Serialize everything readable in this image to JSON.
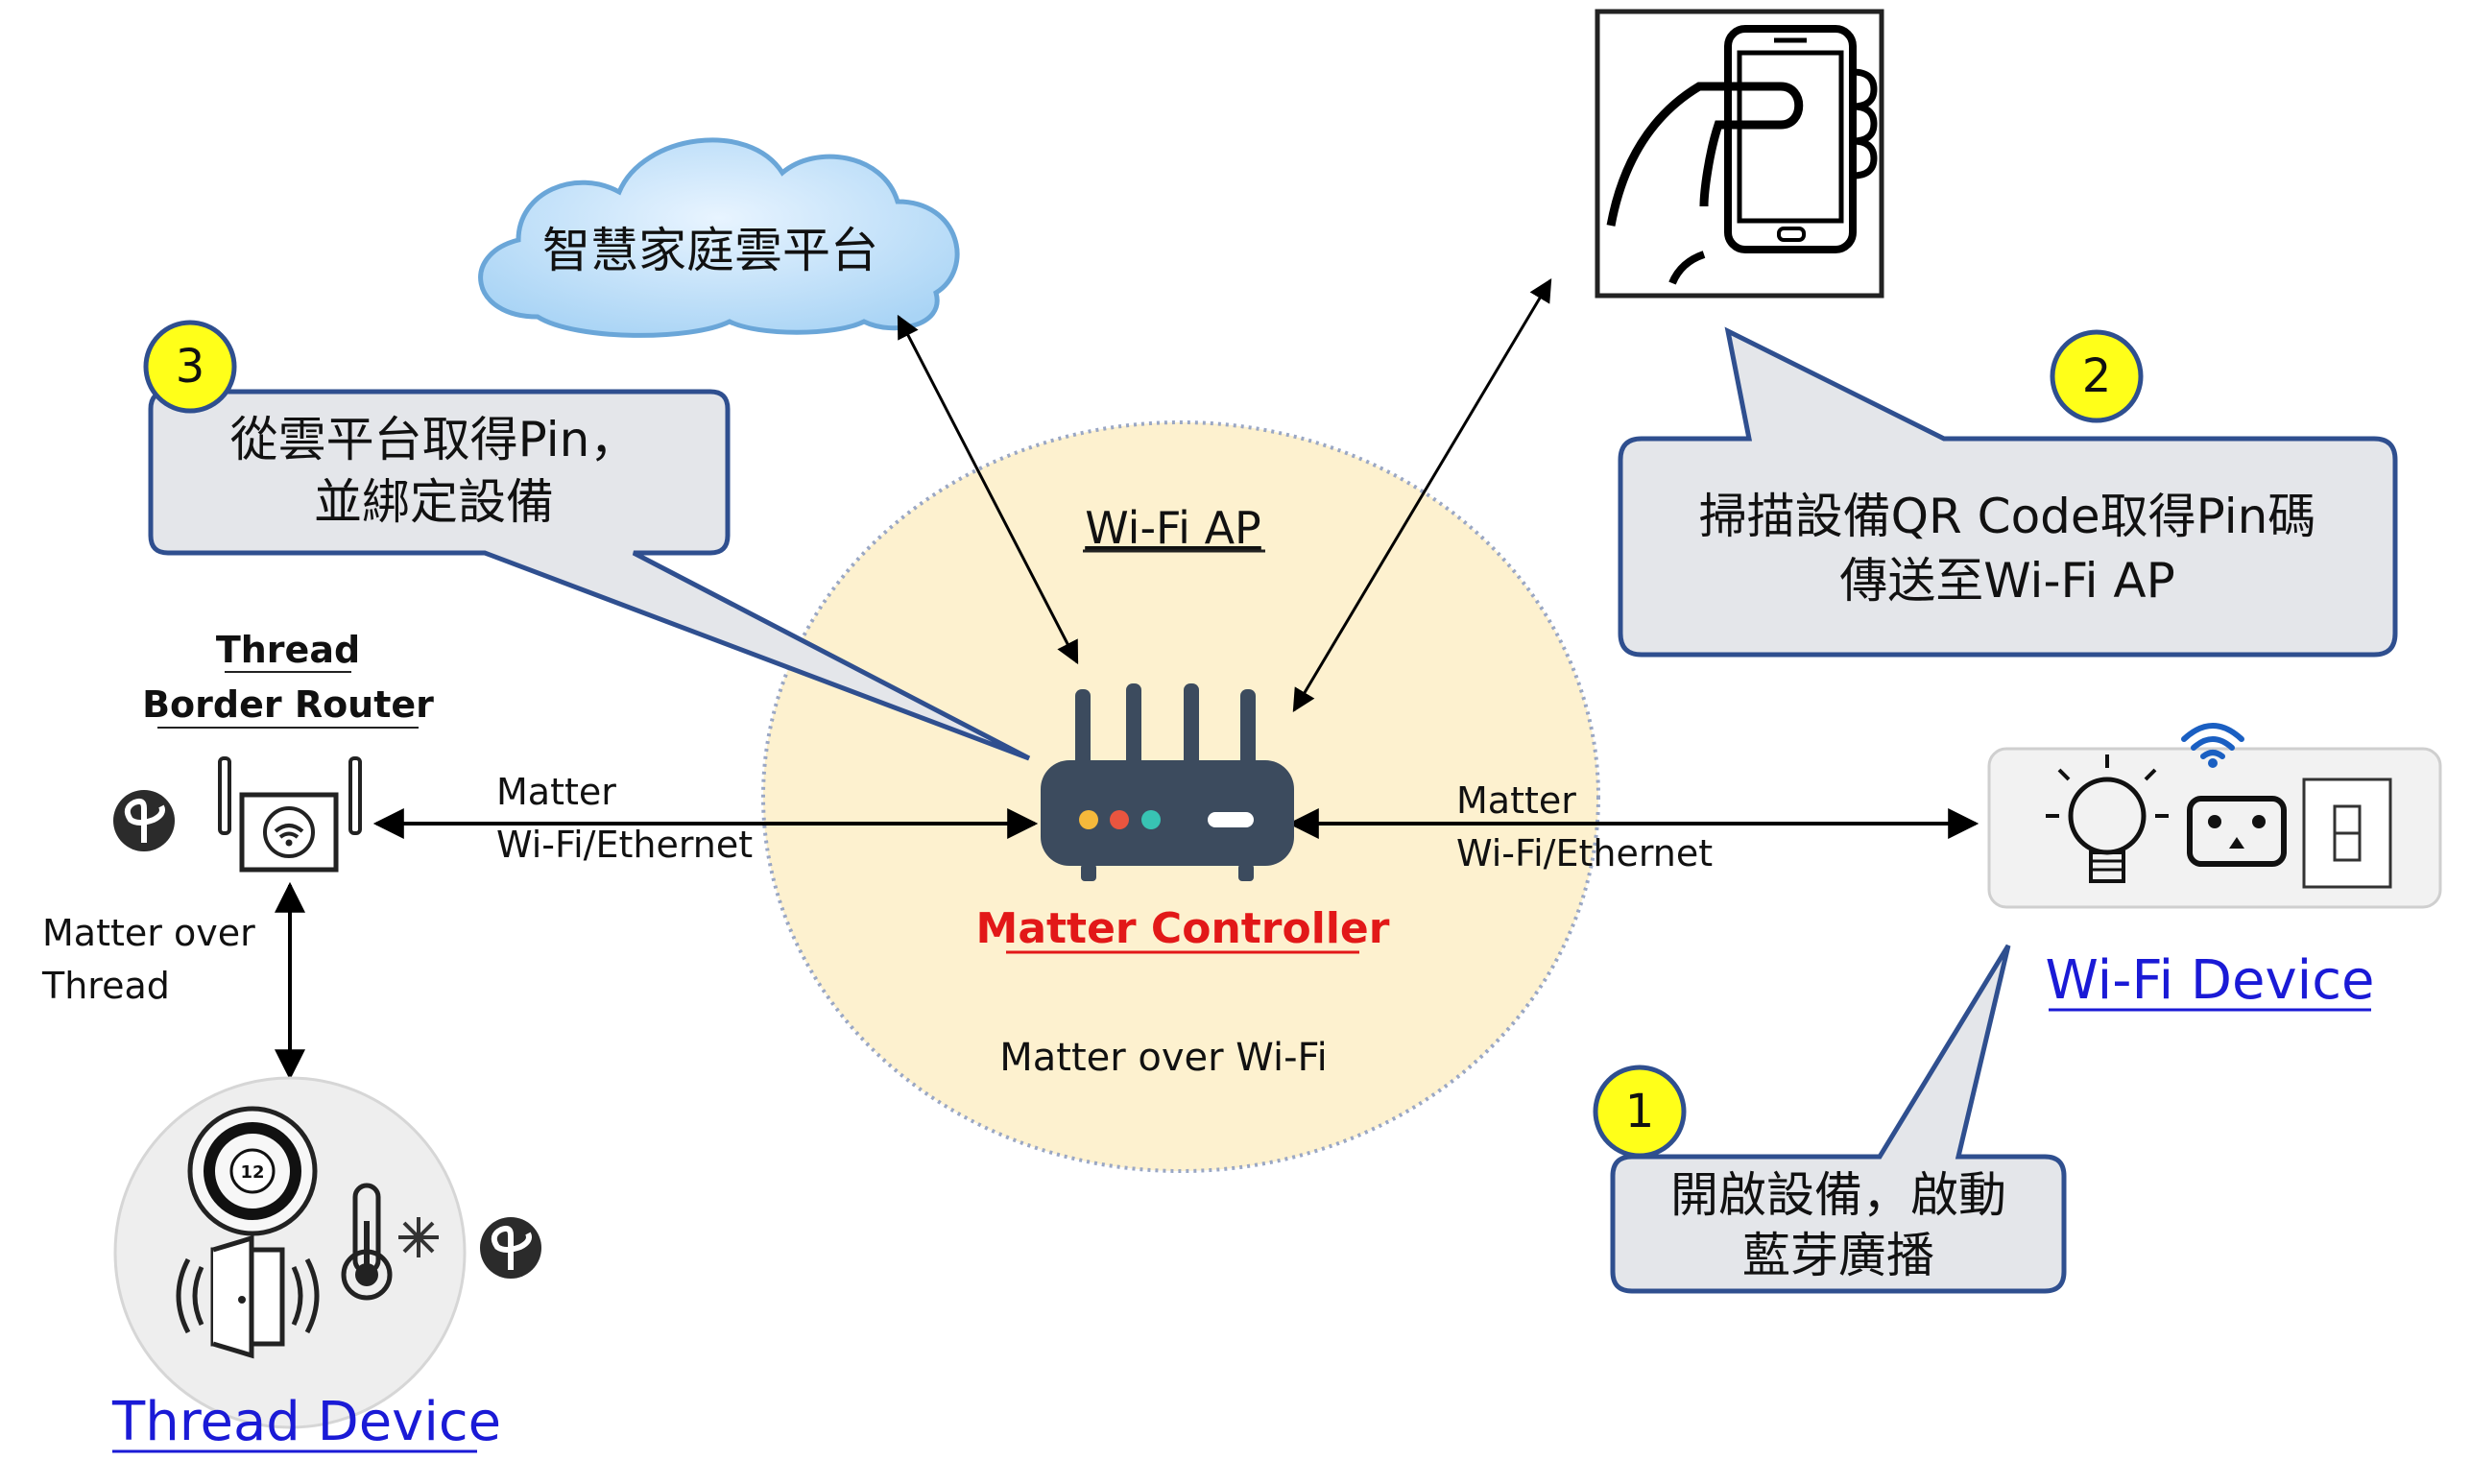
{
  "cloud": {
    "label": "智慧家庭雲平台"
  },
  "wifi_ap": {
    "label": "Wi-Fi AP",
    "footer": "Matter over Wi-Fi"
  },
  "controller": {
    "label": "Matter Controller"
  },
  "border_router": {
    "line1": "Thread",
    "line2": "Border Router"
  },
  "left_link": {
    "line1": "Matter",
    "line2": "Wi-Fi/Ethernet"
  },
  "right_link": {
    "line1": "Matter",
    "line2": "Wi-Fi/Ethernet"
  },
  "thread_link": {
    "line1": "Matter over",
    "line2": "Thread"
  },
  "thread_device": {
    "label": "Thread Device"
  },
  "wifi_device": {
    "label": "Wi-Fi Device"
  },
  "callouts": [
    {
      "number": "1",
      "line1": "開啟設備，啟動",
      "line2": "藍芽廣播"
    },
    {
      "number": "2",
      "line1": "掃描設備QR Code取得Pin碼",
      "line2": "傳送至Wi-Fi AP"
    },
    {
      "number": "3",
      "line1": "從雲平台取得Pin，",
      "line2": "並綁定設備"
    }
  ],
  "thermostat_display": "12",
  "icons": [
    "thread-logo-icon",
    "router-icon",
    "phone-scan-icon",
    "cloud-icon",
    "light-bulb-icon",
    "socket-icon",
    "switch-icon",
    "wifi-icon",
    "thermostat-icon",
    "thermometer-icon",
    "snowflake-icon",
    "door-sensor-icon"
  ],
  "colors": {
    "bubble_fill": "#e4e6ea",
    "bubble_stroke": "#2f4f8f",
    "badge_fill": "#ffff19",
    "ap_fill": "#fdf1cf",
    "router_fill": "#3c4b5e",
    "controller_text": "#e21818",
    "link_text": "#1a1ad6"
  }
}
